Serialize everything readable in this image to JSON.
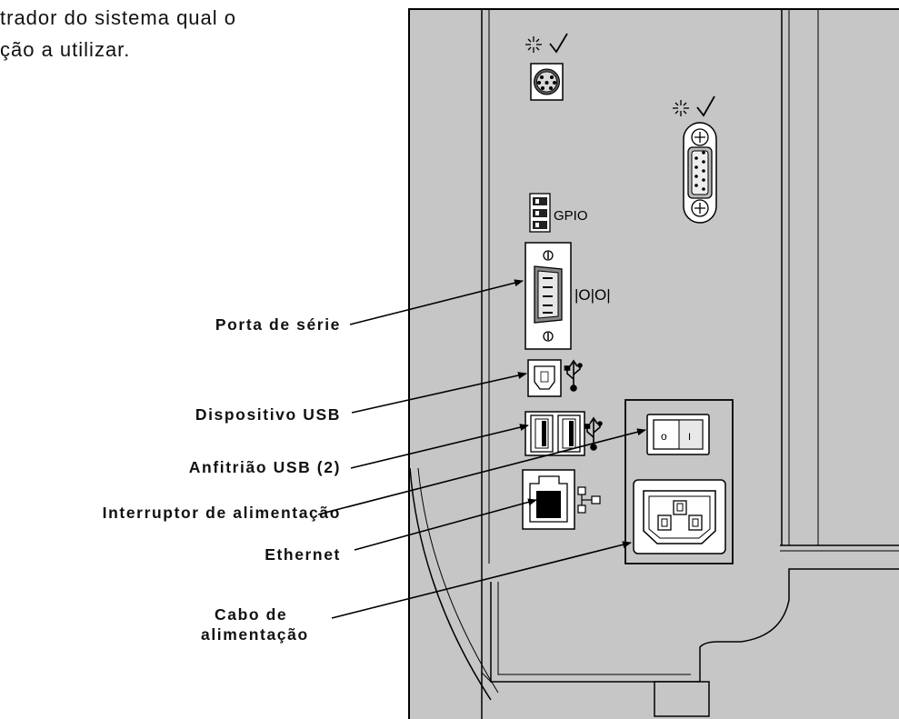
{
  "intro_text": {
    "line1": "trador do sistema qual o",
    "line2": "ção a utilizar."
  },
  "callouts": {
    "serial_port": "Porta de série",
    "usb_device": "Dispositivo USB",
    "usb_host": "Anfitrião USB (2)",
    "power_switch": "Interruptor de alimentação",
    "ethernet": "Ethernet",
    "power_cable_line1": "Cabo de",
    "power_cable_line2": "alimentação"
  },
  "panel_labels": {
    "gpio": "GPIO",
    "serial_symbol": "|O|O|",
    "switch_off": "o",
    "switch_on": "I"
  },
  "icons": [
    "status-led-icon",
    "checkmark-icon",
    "usb-icon",
    "network-icon"
  ],
  "colors": {
    "panel": "#c6c6c6",
    "outline": "#000000",
    "background": "#ffffff"
  }
}
